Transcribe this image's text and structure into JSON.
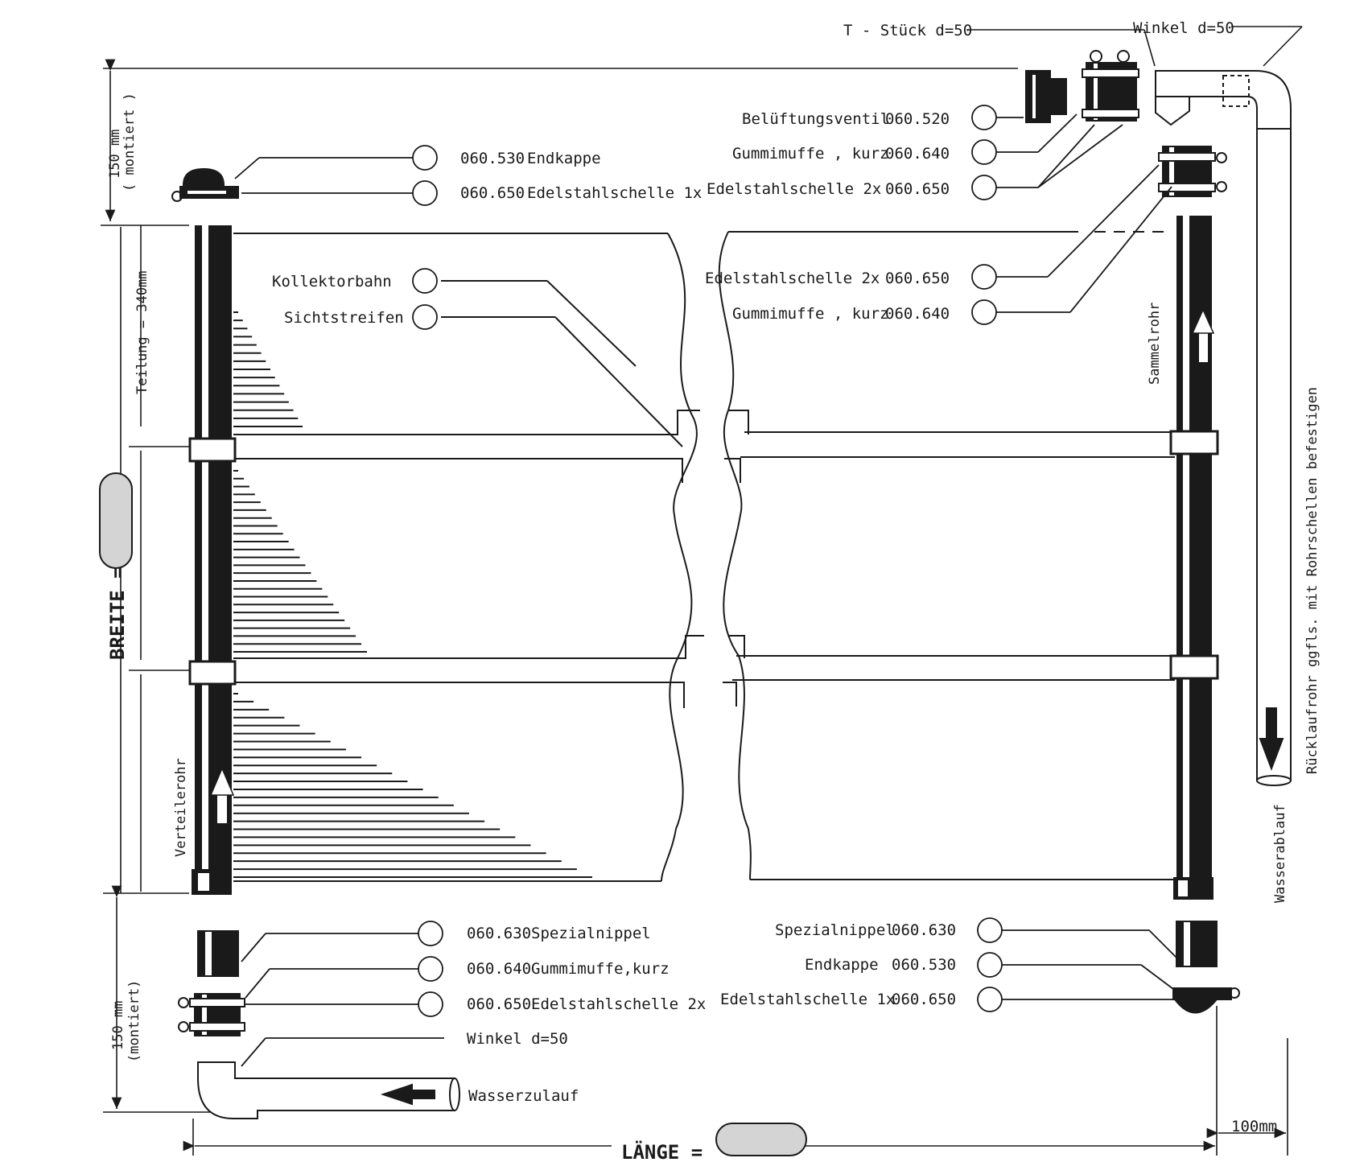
{
  "labels": {
    "t_piece": "T - Stück d=50",
    "angle_top": "Winkel d=50",
    "vent_valve": "Belüftungsventil",
    "vent_valve_code": "060.520",
    "rubber_top": "Gummimuffe , kurz",
    "rubber_top_code": "060.640",
    "clamp_top_right": "Edelstahlschelle 2x",
    "clamp_top_right_code": "060.650",
    "endcap_top_left_code": "060.530",
    "endcap_top_left": "Endkappe",
    "clamp_top_left_code": "060.650",
    "clamp_top_left": "Edelstahlschelle 1x",
    "collector_strip": "Kollektorbahn",
    "sight_strip": "Sichtstreifen",
    "clamp_mid_right": "Edelstahlschelle 2x",
    "clamp_mid_right_code": "060.650",
    "rubber_mid_right": "Gummimuffe , kurz",
    "rubber_mid_right_code": "060.640",
    "header_pipe": "Sammelrohr",
    "distributor_pipe": "Verteilerohr",
    "return_pipe": "Rücklaufrohr ggfls. mit Rohrschellen befestigen",
    "drain": "Wasserablauf",
    "dim_top": "150 mm",
    "dim_top_sub": "( montiert )",
    "pitch": "Teilung = 340mm",
    "width": "BREITE =",
    "dim_bottom": "150 mm",
    "dim_bottom_sub": "(montiert)",
    "nipple_left_code": "060.630",
    "nipple_left": "Spezialnippel",
    "rubber_left_code": "060.640",
    "rubber_left": "Gummimuffe,kurz",
    "clamp_left_code": "060.650",
    "clamp_left": "Edelstahlschelle 2x",
    "angle_bottom": "Winkel d=50",
    "water_inlet": "Wasserzulauf",
    "nipple_right": "Spezialnippel",
    "nipple_right_code": "060.630",
    "endcap_right": "Endkappe",
    "endcap_right_code": "060.530",
    "clamp_right": "Edelstahlschelle 1x",
    "clamp_right_code": "060.650",
    "length": "LÄNGE =",
    "dim_100": "100mm"
  },
  "colors": {
    "ink": "#1a1a1a",
    "paper": "#ffffff",
    "field": "#d4d4d4"
  }
}
